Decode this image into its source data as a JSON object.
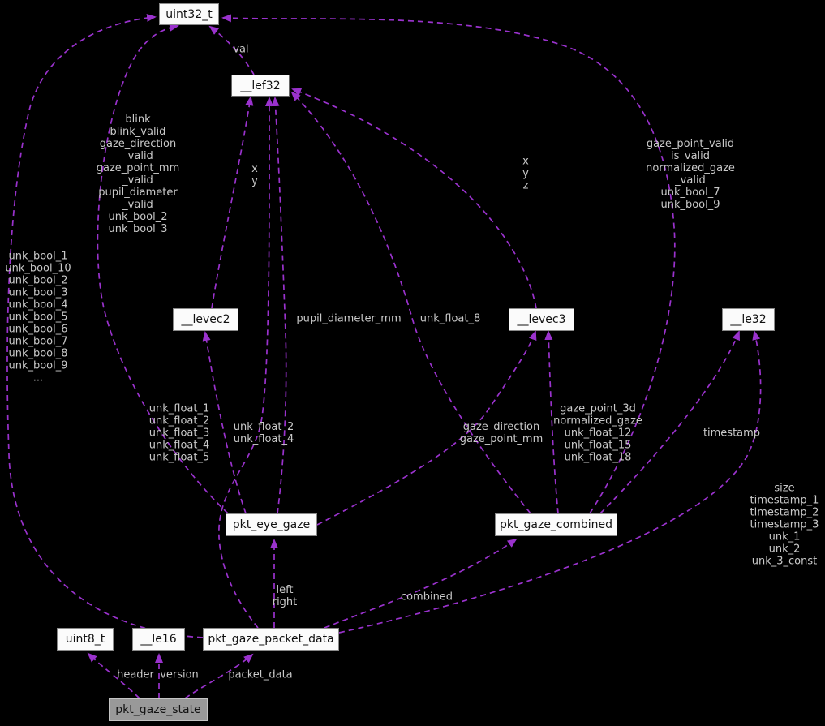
{
  "colors": {
    "background": "#000000",
    "edge": "#9a32cd",
    "edge_label": "#c9c9c9",
    "node_fill": "#fbfbfb",
    "node_border": "#8a8a8a",
    "node_text": "#111111",
    "highlight_fill": "#999999",
    "highlight_border": "#c4c4c4"
  },
  "nodes": {
    "uint32_t": {
      "label": "uint32_t"
    },
    "lef32": {
      "label": "__lef32"
    },
    "levec2": {
      "label": "__levec2"
    },
    "levec3": {
      "label": "__levec3"
    },
    "le32": {
      "label": "__le32"
    },
    "pkt_eye_gaze": {
      "label": "pkt_eye_gaze"
    },
    "pkt_gaze_combined": {
      "label": "pkt_gaze_combined"
    },
    "uint8_t": {
      "label": "uint8_t"
    },
    "le16": {
      "label": "__le16"
    },
    "pkt_gaze_packet_data": {
      "label": "pkt_gaze_packet_data"
    },
    "pkt_gaze_state": {
      "label": "pkt_gaze_state",
      "highlighted": true
    }
  },
  "edges": {
    "val": {
      "from": "__lef32",
      "to": "uint32_t",
      "label": "val"
    },
    "unk_bools": {
      "from": "pkt_gaze_packet_data",
      "to": "uint32_t",
      "label": "unk_bool_1\nunk_bool_10\nunk_bool_2\nunk_bool_3\nunk_bool_4\nunk_bool_5\nunk_bool_6\nunk_bool_7\nunk_bool_8\nunk_bool_9\n..."
    },
    "blink": {
      "from": "pkt_eye_gaze",
      "to": "uint32_t",
      "label": "blink\nblink_valid\ngaze_direction\n_valid\ngaze_point_mm\n_valid\npupil_diameter\n_valid\nunk_bool_2\nunk_bool_3"
    },
    "gaze_valid": {
      "from": "pkt_gaze_combined",
      "to": "uint32_t",
      "label": "gaze_point_valid\nis_valid\nnormalized_gaze\n_valid\nunk_bool_7\nunk_bool_9"
    },
    "xy": {
      "from": "__levec2",
      "to": "__lef32",
      "label": "x\ny"
    },
    "xyz": {
      "from": "__levec3",
      "to": "__lef32",
      "label": "x\ny\nz"
    },
    "pupil": {
      "from": "pkt_eye_gaze",
      "to": "__lef32",
      "label": "pupil_diameter_mm"
    },
    "unk_float_8": {
      "from": "pkt_gaze_combined",
      "to": "__lef32",
      "label": "unk_float_8"
    },
    "unk_float_2_4": {
      "from": "pkt_gaze_packet_data",
      "to": "__lef32",
      "label": "unk_float_2\nunk_float_4"
    },
    "unk_float_1_5": {
      "from": "pkt_eye_gaze",
      "to": "__levec2",
      "label": "unk_float_1\nunk_float_2\nunk_float_3\nunk_float_4\nunk_float_5"
    },
    "gaze_direction": {
      "from": "pkt_eye_gaze",
      "to": "__levec3",
      "label": "gaze_direction\ngaze_point_mm"
    },
    "gaze_point_3d": {
      "from": "pkt_gaze_combined",
      "to": "__levec3",
      "label": "gaze_point_3d\nnormalized_gaze\nunk_float_12\nunk_float_15\nunk_float_18"
    },
    "timestamp": {
      "from": "pkt_gaze_combined",
      "to": "__le32",
      "label": "timestamp"
    },
    "size_timestamps": {
      "from": "pkt_gaze_packet_data",
      "to": "__le32",
      "label": "size\ntimestamp_1\ntimestamp_2\ntimestamp_3\nunk_1\nunk_2\nunk_3_const"
    },
    "left_right": {
      "from": "pkt_gaze_packet_data",
      "to": "pkt_eye_gaze",
      "label": "left\nright"
    },
    "combined": {
      "from": "pkt_gaze_packet_data",
      "to": "pkt_gaze_combined",
      "label": "combined"
    },
    "header": {
      "from": "pkt_gaze_state",
      "to": "uint8_t",
      "label": "header"
    },
    "version": {
      "from": "pkt_gaze_state",
      "to": "__le16",
      "label": "version"
    },
    "packet_data": {
      "from": "pkt_gaze_state",
      "to": "pkt_gaze_packet_data",
      "label": "packet_data"
    }
  }
}
